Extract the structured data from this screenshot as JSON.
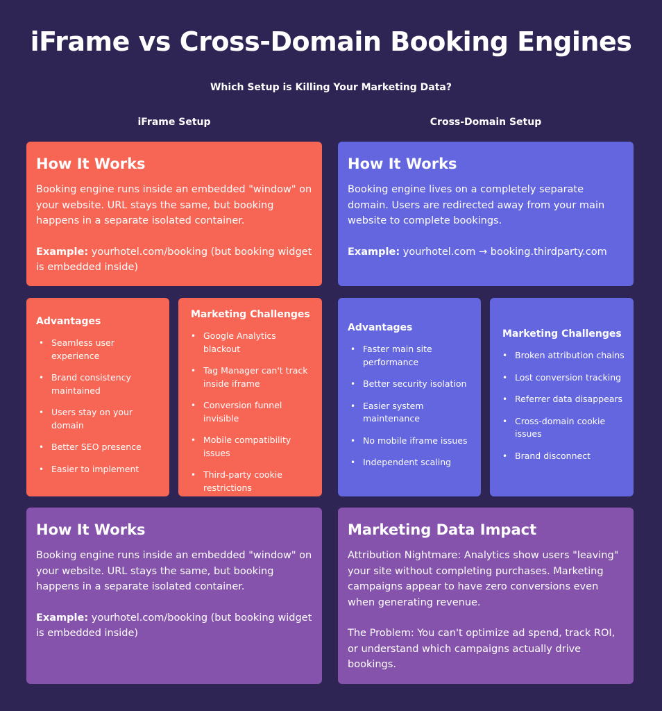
{
  "title": "iFrame vs Cross-Domain Booking Engines",
  "subtitle": "Which Setup is Killing Your Marketing Data?",
  "columns": {
    "left_heading": "iFrame Setup",
    "right_heading": "Cross-Domain Setup"
  },
  "iframe_how": {
    "title": "How It Works",
    "text": "Booking engine runs inside an embedded \"window\" on your website. URL stays the same, but booking happens in a separate isolated container.",
    "example_label": "Example:",
    "example_text": " yourhotel.com/booking (but booking widget is embedded inside)"
  },
  "cross_how": {
    "title": "How It Works",
    "text": "Booking engine lives on a completely separate domain. Users are redirected away from your main website to complete bookings.",
    "example_label": "Example:",
    "example_text": " yourhotel.com → booking.thirdparty.com"
  },
  "iframe_advantages": {
    "title": "Advantages",
    "items": [
      "Seamless user experience",
      "Brand consistency maintained",
      "Users stay on your domain",
      "Better SEO presence",
      "Easier to implement"
    ]
  },
  "iframe_challenges": {
    "title": "Marketing Challenges",
    "items": [
      "Google Analytics blackout",
      "Tag Manager can't track inside iframe",
      "Conversion funnel invisible",
      "Mobile compatibility issues",
      "Third-party cookie restrictions"
    ]
  },
  "cross_advantages": {
    "title": "Advantages",
    "items": [
      "Faster main site performance",
      "Better security isolation",
      "Easier system maintenance",
      "No mobile iframe issues",
      "Independent scaling"
    ]
  },
  "cross_challenges": {
    "title": "Marketing Challenges",
    "items": [
      "Broken attribution chains",
      "Lost conversion tracking",
      "Referrer data disappears",
      "Cross-domain cookie issues",
      "Brand disconnect"
    ]
  },
  "bottom_how": {
    "title": "How It Works",
    "text": "Booking engine runs inside an embedded \"window\" on your website. URL stays the same, but booking happens in a separate isolated container.",
    "example_label": "Example:",
    "example_text": " yourhotel.com/booking (but booking widget is embedded inside)"
  },
  "impact": {
    "title": "Marketing Data Impact",
    "text1": "Attribution Nightmare: Analytics show users \"leaving\" your site without completing purchases. Marketing campaigns appear to have zero conversions even when generating revenue.",
    "text2": "The Problem: You can't optimize ad spend, track ROI, or understand which campaigns actually drive bookings."
  },
  "bullet_glyph": "•",
  "colors": {
    "background": "#2e2554",
    "coral": "#f76555",
    "indigo": "#6366de",
    "purple": "#8553ab"
  }
}
